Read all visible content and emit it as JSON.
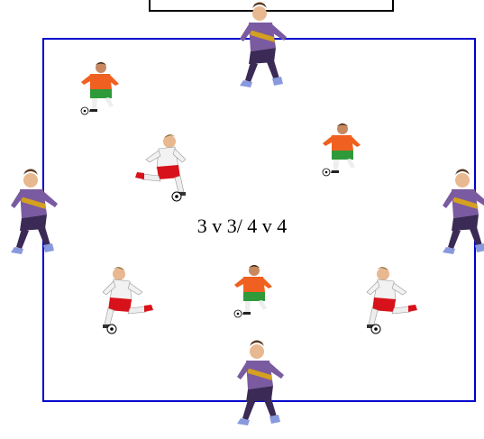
{
  "diagram": {
    "title": "3 v 3/ 4 v 4",
    "field_color": "#0000cc"
  },
  "players": {
    "purple_team": [
      {
        "name": "purple-player-top",
        "colors": {
          "shirt": "#7a5aa0",
          "stripe": "#d4a020",
          "shorts": "#3a2a55"
        }
      },
      {
        "name": "purple-player-left"
      },
      {
        "name": "purple-player-right"
      },
      {
        "name": "purple-player-bottom"
      }
    ],
    "white_team": [
      {
        "name": "white-player-center-top",
        "colors": {
          "shirt": "#f2f2f2",
          "shorts": "#d8121a"
        }
      },
      {
        "name": "white-player-bottom-left"
      },
      {
        "name": "white-player-bottom-right"
      }
    ],
    "orange_team": [
      {
        "name": "orange-player-top-left",
        "colors": {
          "shirt": "#f06020",
          "shorts": "#2e9a3a"
        }
      },
      {
        "name": "orange-player-mid-right"
      },
      {
        "name": "orange-player-center-bottom"
      }
    ]
  }
}
